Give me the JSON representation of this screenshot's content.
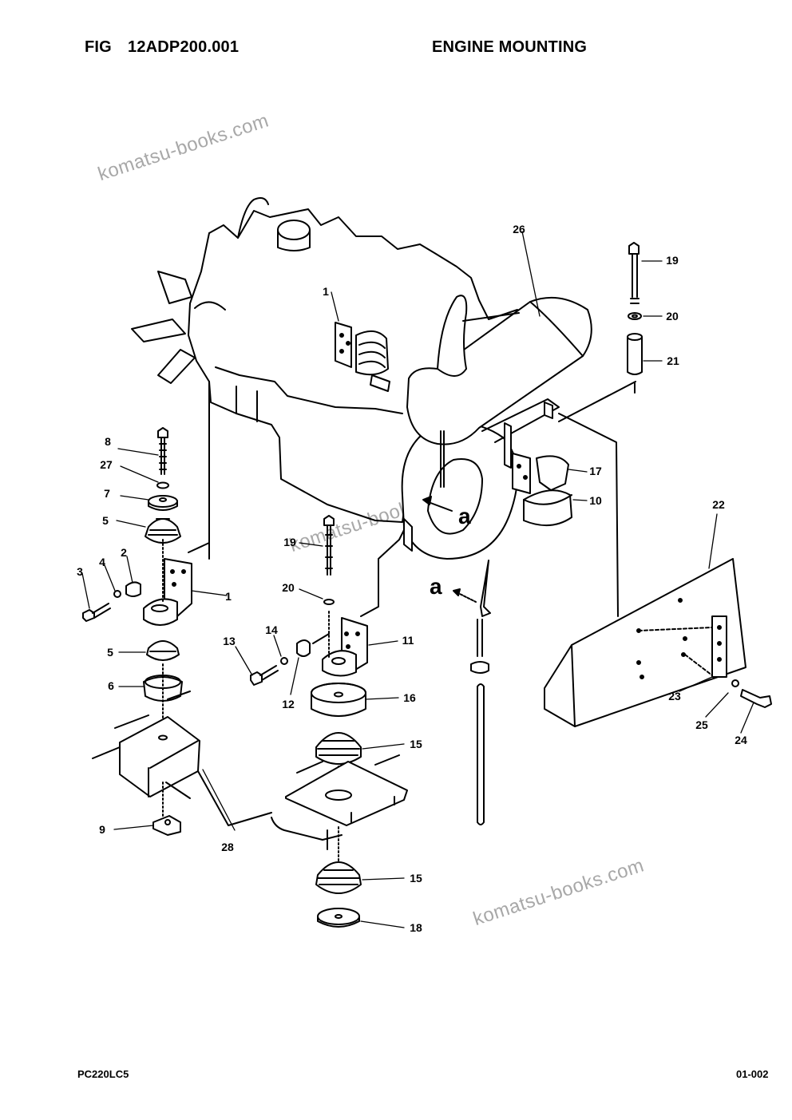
{
  "header": {
    "fig_label": "FIG",
    "fig_number": "12ADP200.001",
    "title": "ENGINE MOUNTING"
  },
  "footer": {
    "model": "PC220LC5",
    "page": "01-002"
  },
  "watermarks": [
    "komatsu-books.com",
    "komatsu-books.com",
    "komatsu-books.com"
  ],
  "view_marks": [
    "a",
    "a"
  ],
  "callouts": [
    "1",
    "1",
    "2",
    "3",
    "4",
    "5",
    "5",
    "6",
    "7",
    "8",
    "9",
    "10",
    "11",
    "12",
    "13",
    "14",
    "15",
    "15",
    "16",
    "17",
    "18",
    "19",
    "19",
    "20",
    "20",
    "21",
    "22",
    "23",
    "24",
    "25",
    "26",
    "27",
    "28"
  ]
}
